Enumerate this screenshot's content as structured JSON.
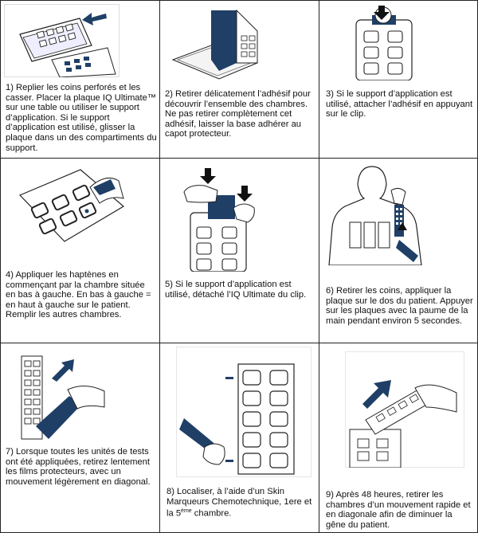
{
  "steps": [
    {
      "text": "1) Replier les coins perforés et les casser. Placer la plaque IQ Ultimate™ sur une table ou utiliser le support d’application.  Si le support d’application est utilisé, glisser la plaque dans un des compartiments du support."
    },
    {
      "text": "2) Retirer délicatement l’adhésif pour découvrir l’ensemble des chambres.  Ne pas retirer complètement cet adhésif, laisser la base adhérer au capot protecteur."
    },
    {
      "text": "3) Si le support d’application est utilisé, attacher l’adhésif  en appuyant sur le clip."
    },
    {
      "text": "4) Appliquer les haptènes en commençant par la chambre située en bas à gauche.  En bas à gauche = en haut à gauche sur le patient.  Remplir les autres chambres."
    },
    {
      "text": "5) Si le support d’application est utilisé, détaché l’IQ Ultimate du clip."
    },
    {
      "text": "6) Retirer les coins, appliquer la plaque sur le dos du patient.  Appuyer sur les plaques avec la paume de la main pendant environ 5 secondes."
    },
    {
      "text": "7) Lorsque toutes les unités de tests ont été appliquées, retirez lentement les films protecteurs, avec un mouvement légèrement en diagonal."
    },
    {
      "text_before": "8) Localiser, à l’aide d’un Skin Marqueurs Chemotechnique, 1ere et la 5",
      "text_sup": "ème",
      "text_after": " chambre."
    },
    {
      "text": "9) Après 48 heures, retirer les chambres d’un mouvement rapide et en diagonale afin de diminuer la gêne du patient."
    }
  ],
  "colors": {
    "accent": "#1f3f66",
    "line": "#222222"
  }
}
